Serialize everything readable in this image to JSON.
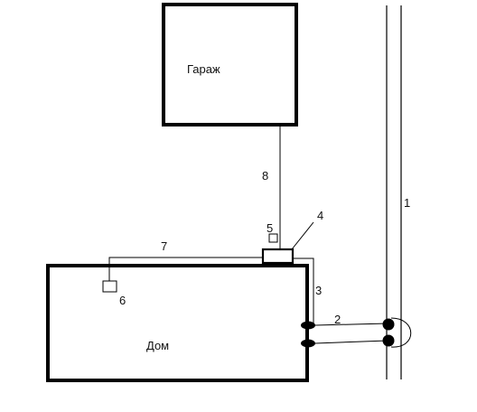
{
  "buildings": {
    "garage": "Гараж",
    "house": "Дом"
  },
  "callouts": {
    "n1": "1",
    "n2": "2",
    "n3": "3",
    "n4": "4",
    "n5": "5",
    "n6": "6",
    "n7": "7",
    "n8": "8"
  },
  "colors": {
    "line": "#000000",
    "background": "#ffffff"
  }
}
